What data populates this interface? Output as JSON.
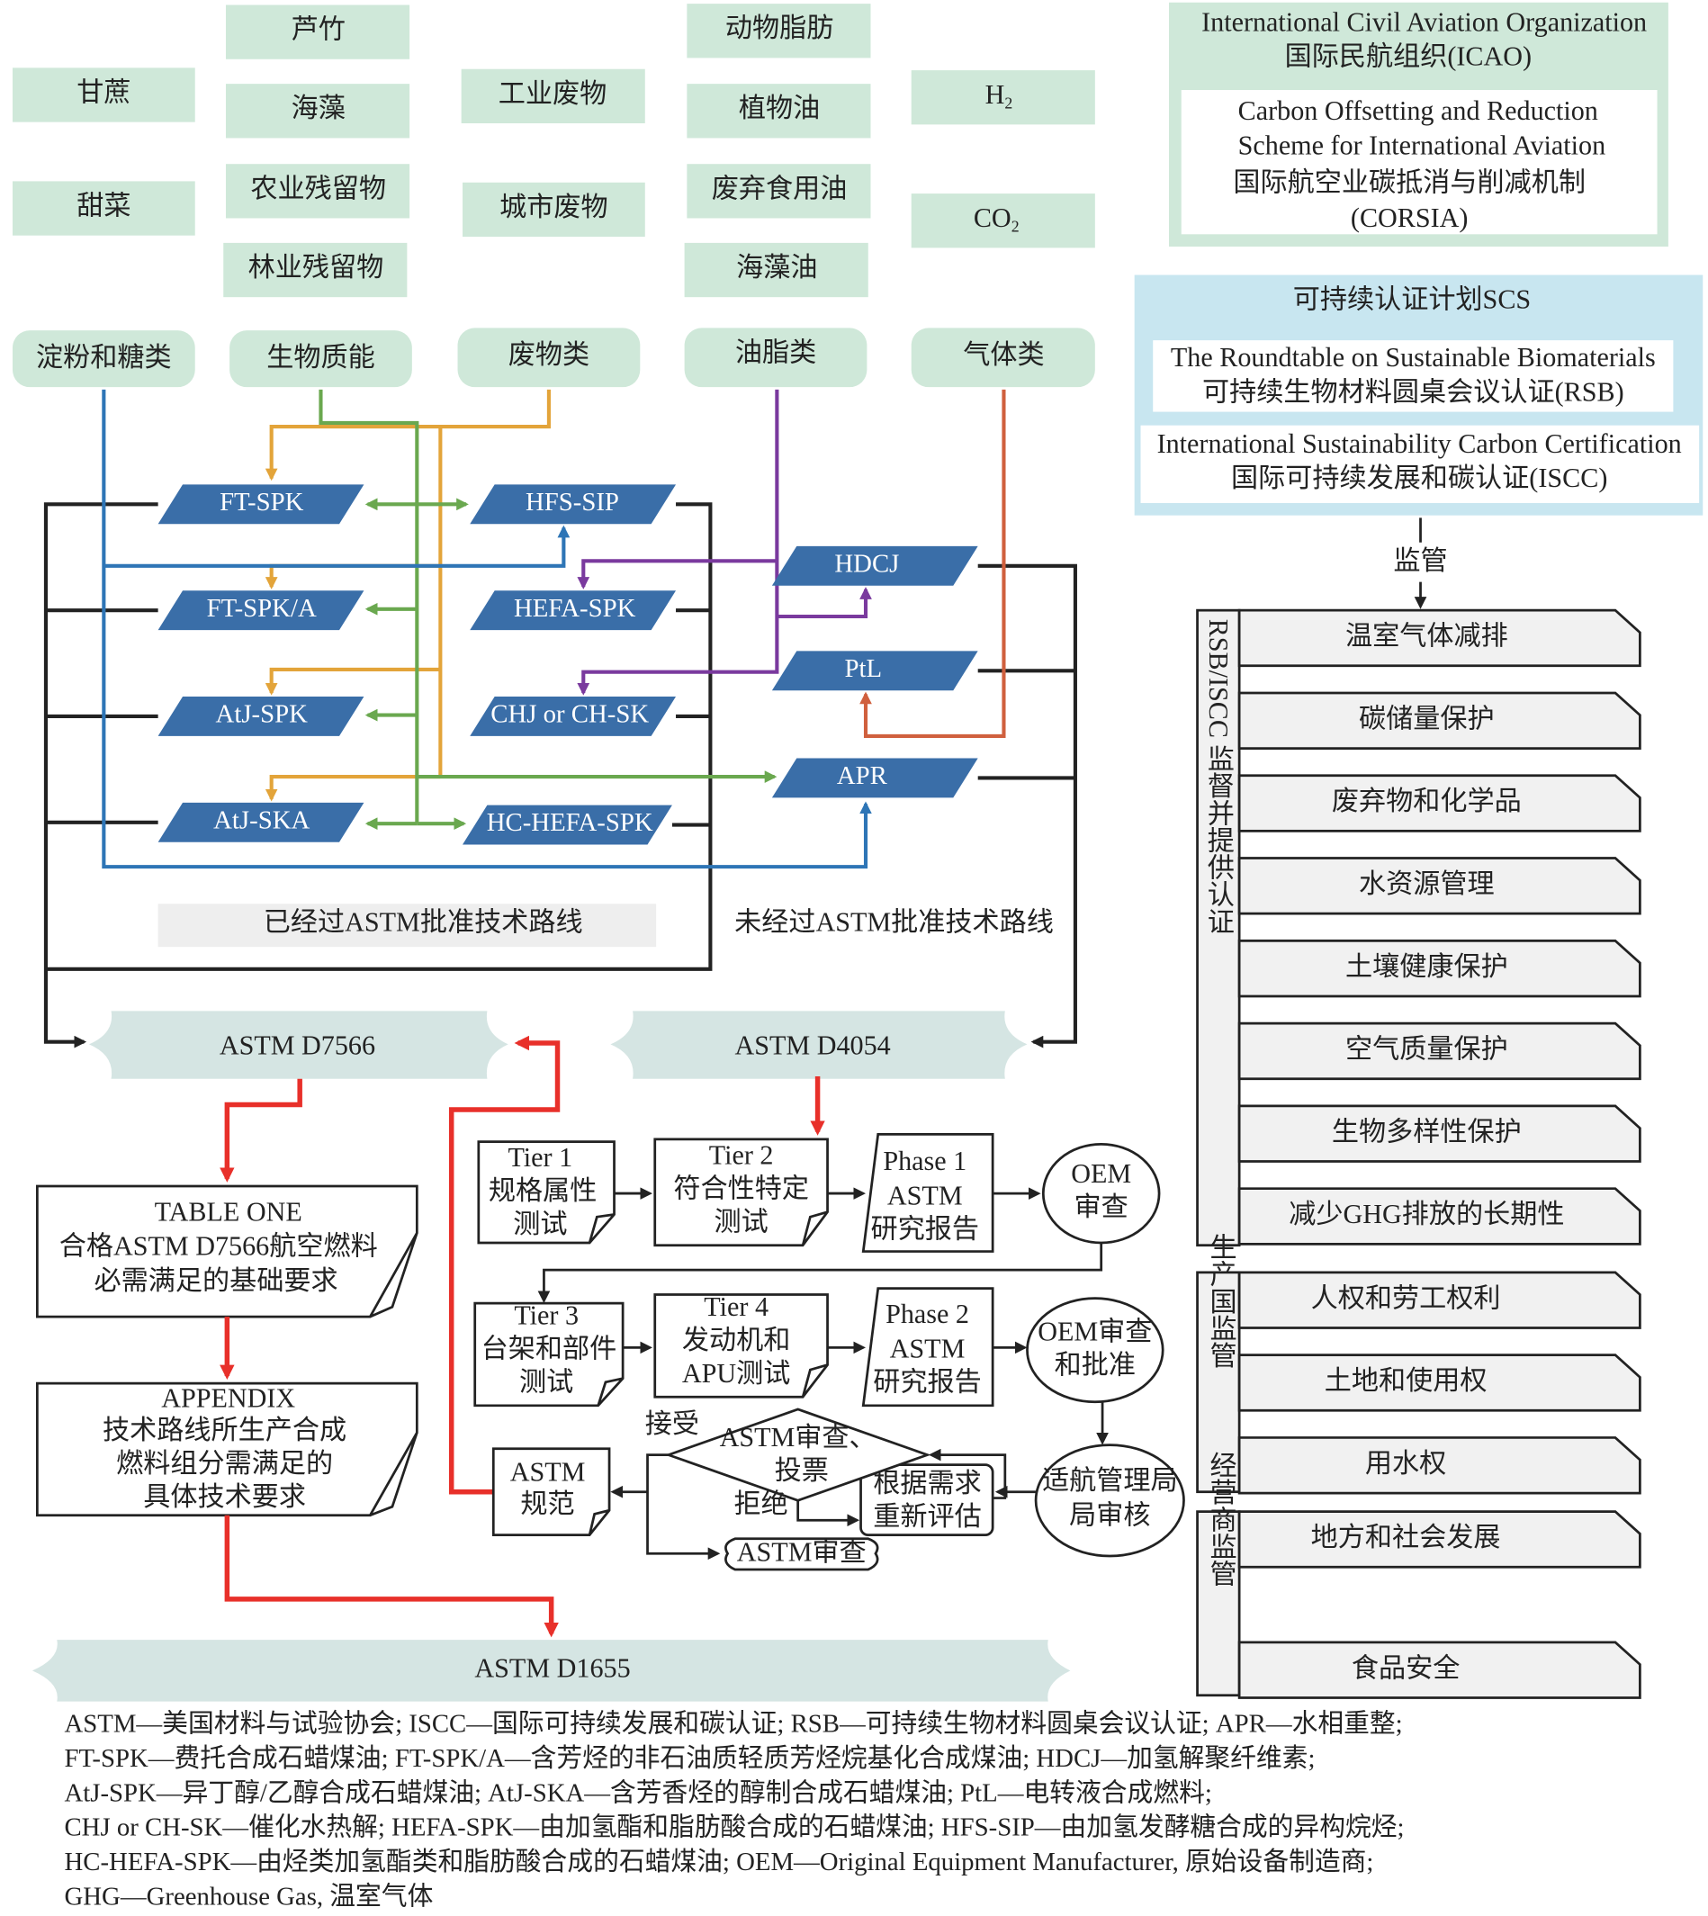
{
  "feedstocks": {
    "sugar": [
      "甘蔗",
      "甜菜"
    ],
    "biomass": [
      "芦竹",
      "海藻",
      "农业残留物",
      "林业残留物"
    ],
    "waste": [
      "工业废物",
      "城市废物"
    ],
    "oils": [
      "动物脂肪",
      "植物油",
      "废弃食用油",
      "海藻油"
    ],
    "gas": [
      "H",
      "CO"
    ],
    "gas_subscript": "2"
  },
  "categories": [
    "淀粉和糖类",
    "生物质能",
    "废物类",
    "油脂类",
    "气体类"
  ],
  "pathways": {
    "approved": [
      "FT-SPK",
      "HFS-SIP",
      "FT-SPK/A",
      "HEFA-SPK",
      "AtJ-SPK",
      "CHJ or CH-SK",
      "AtJ-SKA",
      "HC-HEFA-SPK"
    ],
    "unapproved": [
      "HDCJ",
      "PtL",
      "APR"
    ],
    "approved_label": "已经过ASTM批准技术路线",
    "unapproved_label": "未经过ASTM批准技术路线"
  },
  "icao": {
    "title_en": "International Civil Aviation Organization",
    "title_zh": "国际民航组织(ICAO)",
    "corsia": [
      "Carbon Offsetting and Reduction",
      "Scheme for International Aviation",
      "国际航空业碳抵消与削减机制",
      "(CORSIA)"
    ]
  },
  "scs": {
    "title": "可持续认证计划SCS",
    "rsb": [
      "The Roundtable on Sustainable Biomaterials",
      "可持续生物材料圆桌会议认证(RSB)"
    ],
    "iscc": [
      "International Sustainability Carbon Certification",
      "国际可持续发展和碳认证(ISCC)"
    ],
    "supervise": "监管"
  },
  "supervision": [
    {
      "label": "RSB/ISCC 监督并提供认证",
      "items": [
        "温室气体减排",
        "碳储量保护",
        "废弃物和化学品",
        "水资源管理",
        "土壤健康保护",
        "空气质量保护",
        "生物多样性保护",
        "减少GHG排放的长期性"
      ]
    },
    {
      "label": "生产国监管",
      "items": [
        "人权和劳工权利",
        "土地和使用权",
        "用水权"
      ]
    },
    {
      "label": "经营商监管",
      "items": [
        "地方和社会发展",
        "食品安全"
      ]
    }
  ],
  "standards": {
    "d7566": "ASTM D7566",
    "d4054": "ASTM D4054",
    "d1655": "ASTM D1655"
  },
  "table_one": [
    "TABLE ONE",
    "合格ASTM D7566航空燃料",
    "必需满足的基础要求"
  ],
  "appendix": [
    "APPENDIX",
    "技术路线所生产合成",
    "燃料组分需满足的",
    "具体技术要求"
  ],
  "flow": {
    "tier1": [
      "Tier 1",
      "规格属性",
      "测试"
    ],
    "tier2": [
      "Tier 2",
      "符合性特定",
      "测试"
    ],
    "phase1": [
      "Phase 1",
      "ASTM",
      "研究报告"
    ],
    "oem1": [
      "OEM",
      "审查"
    ],
    "tier3": [
      "Tier 3",
      "台架和部件",
      "测试"
    ],
    "tier4": [
      "Tier 4",
      "发动机和",
      "APU测试"
    ],
    "phase2": [
      "Phase 2",
      "ASTM",
      "研究报告"
    ],
    "oem2": [
      "OEM审查",
      "和批准"
    ],
    "faa": [
      "适航管理局",
      "局审核"
    ],
    "reeval": [
      "根据需求",
      "重新评估"
    ],
    "vote": [
      "ASTM审查、",
      "投票"
    ],
    "accept": "接受",
    "reject": "拒绝",
    "astm_review": "ASTM审查",
    "astm_spec": [
      "ASTM",
      "规范"
    ]
  },
  "footnotes": [
    "ASTM—美国材料与试验协会; ISCC—国际可持续发展和碳认证; RSB—可持续生物材料圆桌会议认证; APR—水相重整;",
    "FT-SPK—费托合成石蜡煤油; FT-SPK/A—含芳烃的非石油质轻质芳烃烷基化合成煤油; HDCJ—加氢解聚纤维素;",
    "AtJ-SPK—异丁醇/乙醇合成石蜡煤油;  AtJ-SKA—含芳香烃的醇制合成石蜡煤油;  PtL—电转液合成燃料;",
    "CHJ or CH-SK—催化水热解; HEFA-SPK—由加氢酯和脂肪酸合成的石蜡煤油; HFS-SIP—由加氢发酵糖合成的异构烷烃;",
    "HC-HEFA-SPK—由烃类加氢酯类和脂肪酸合成的石蜡煤油; OEM—Original Equipment Manufacturer, 原始设备制造商;",
    "GHG—Greenhouse Gas, 温室气体"
  ],
  "colors": {
    "feedstock": "#cfe8d9",
    "pathway": "#3a6ea8",
    "scs": "#c8e6f0",
    "banner": "#d5e5e3",
    "red_arrow": "#e8302a",
    "orange": "#e3a43a",
    "green": "#6aa84f",
    "blue": "#2e75b6",
    "purple": "#7a3a9e"
  }
}
